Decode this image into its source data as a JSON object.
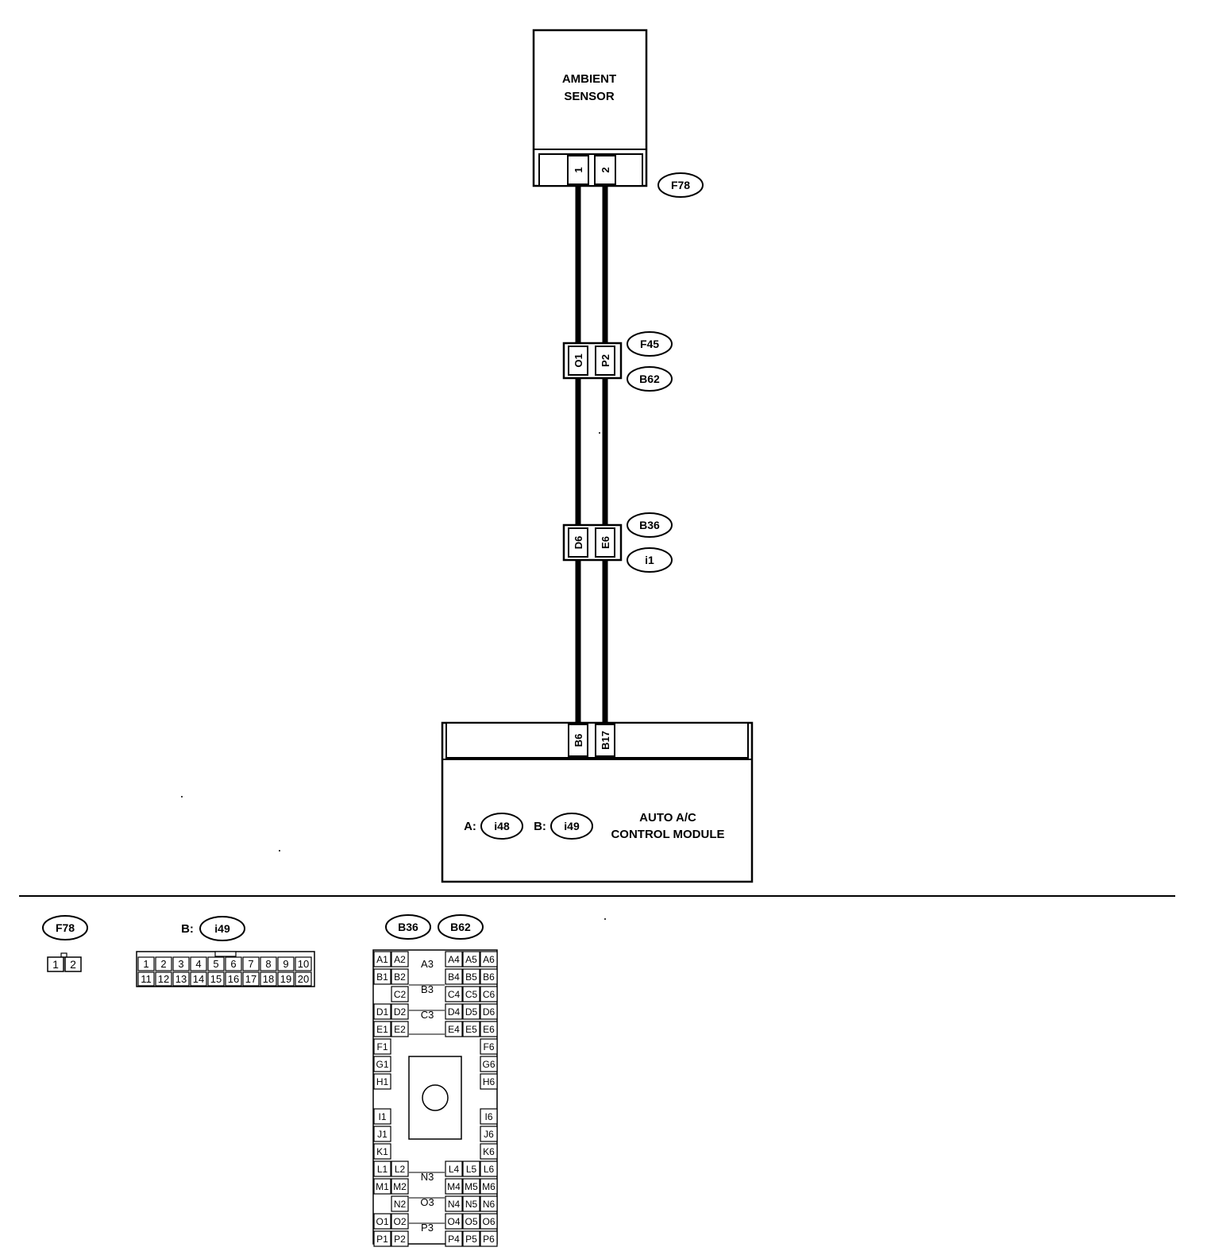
{
  "components": {
    "sensor": {
      "line1": "AMBIENT",
      "line2": "SENSOR"
    },
    "module": {
      "line1": "AUTO A/C",
      "line2": "CONTROL MODULE"
    }
  },
  "pins": {
    "sensor_1": "1",
    "sensor_2": "2",
    "f45_left": "O1",
    "f45_right": "P2",
    "b36_left": "D6",
    "b36_right": "E6",
    "module_left": "B6",
    "module_right": "B17"
  },
  "connectors": {
    "f78": "F78",
    "f45": "F45",
    "b62": "B62",
    "b36": "B36",
    "i1": "i1",
    "i48": "i48",
    "i49": "i49",
    "prefix_a": "A:",
    "prefix_b": "B:"
  },
  "legend": {
    "f78": {
      "title": "F78",
      "pins": [
        "1",
        "2"
      ]
    },
    "i49": {
      "prefix": "B:",
      "title": "i49",
      "row1": [
        "1",
        "2",
        "3",
        "4",
        "5",
        "6",
        "7",
        "8",
        "9",
        "10"
      ],
      "row2": [
        "11",
        "12",
        "13",
        "14",
        "15",
        "16",
        "17",
        "18",
        "19",
        "20"
      ]
    },
    "b36_b62": {
      "titles": [
        "B36",
        "B62"
      ],
      "cells": [
        "A1",
        "A2",
        "A3",
        "A4",
        "A5",
        "A6",
        "B1",
        "B2",
        "B3",
        "B4",
        "B5",
        "B6",
        "C2",
        "C3",
        "C4",
        "C5",
        "C6",
        "D1",
        "D2",
        "D4",
        "D5",
        "D6",
        "E1",
        "E2",
        "E4",
        "E5",
        "E6",
        "F1",
        "F6",
        "G1",
        "G6",
        "H1",
        "H6",
        "I1",
        "I6",
        "J1",
        "J6",
        "K1",
        "K6",
        "L1",
        "L2",
        "L4",
        "L5",
        "L6",
        "M1",
        "M2",
        "M4",
        "M5",
        "M6",
        "N2",
        "N3",
        "N4",
        "N5",
        "N6",
        "O1",
        "O2",
        "O3",
        "O4",
        "O5",
        "O6",
        "P1",
        "P2",
        "P3",
        "P4",
        "P5",
        "P6"
      ]
    }
  }
}
